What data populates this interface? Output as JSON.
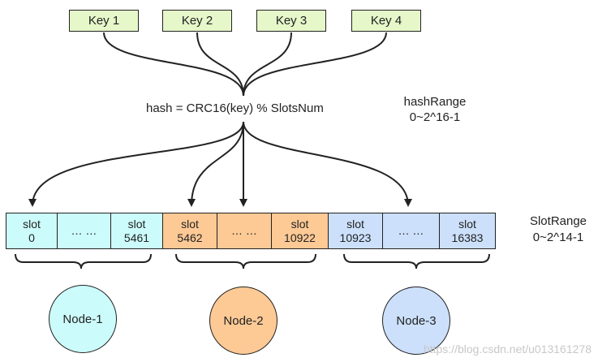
{
  "keys": [
    "Key 1",
    "Key 2",
    "Key 3",
    "Key 4"
  ],
  "hash_formula": "hash = CRC16(key) % SlotsNum",
  "hash_range": {
    "title": "hashRange",
    "value": "0~2^16-1"
  },
  "slot_range": {
    "title": "SlotRange",
    "value": "0~2^14-1"
  },
  "colors": {
    "key_fill": "#e6f7c9",
    "node1": "#ccfbfb",
    "node2": "#fdc995",
    "node3": "#cce0fb"
  },
  "slots": [
    {
      "word": "slot",
      "num": "0",
      "ellipsis": "",
      "color": "#ccfbfb"
    },
    {
      "word": "",
      "num": "",
      "ellipsis": "… …",
      "color": "#ccfbfb"
    },
    {
      "word": "slot",
      "num": "5461",
      "ellipsis": "",
      "color": "#ccfbfb"
    },
    {
      "word": "slot",
      "num": "5462",
      "ellipsis": "",
      "color": "#fdc995"
    },
    {
      "word": "",
      "num": "",
      "ellipsis": "… …",
      "color": "#fdc995"
    },
    {
      "word": "slot",
      "num": "10922",
      "ellipsis": "",
      "color": "#fdc995"
    },
    {
      "word": "slot",
      "num": "10923",
      "ellipsis": "",
      "color": "#cce0fb"
    },
    {
      "word": "",
      "num": "",
      "ellipsis": "… …",
      "color": "#cce0fb"
    },
    {
      "word": "slot",
      "num": "16383",
      "ellipsis": "",
      "color": "#cce0fb"
    }
  ],
  "nodes": [
    "Node-1",
    "Node-2",
    "Node-3"
  ],
  "watermark": "https://blog.csdn.net/u013161278"
}
